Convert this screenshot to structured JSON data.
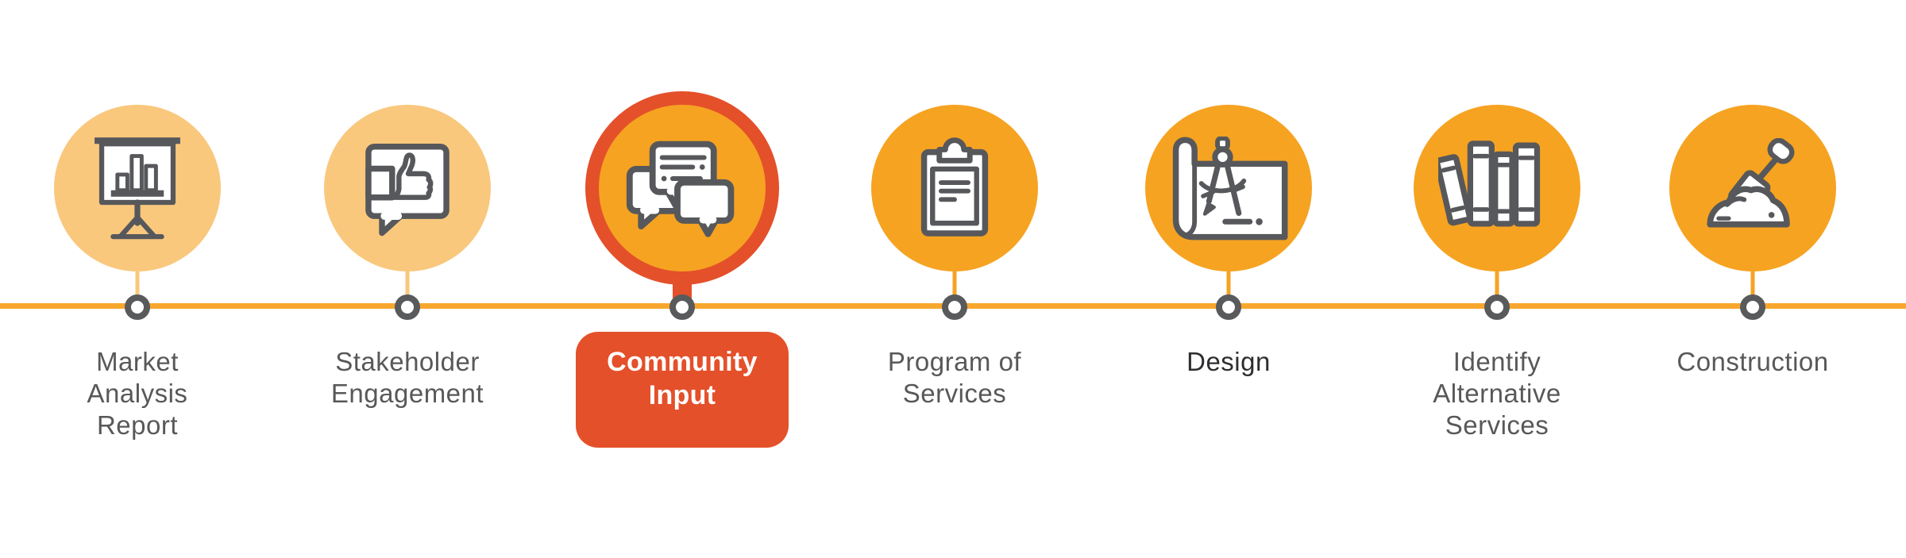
{
  "diagram": {
    "kind": "process-timeline",
    "node_count": 7,
    "highlighted_step": "Community Input"
  },
  "colors": {
    "bg": "#FFFFFF",
    "line_orange": "#F8A72E",
    "circle_orange": "#F6A322",
    "circle_light": "#F9C87D",
    "accent_red": "#E4502A",
    "node_gray": "#595A5C",
    "icon_gray": "#57585B",
    "label_gray": "#58585A",
    "label_dark": "#2D2E30",
    "badge_text": "#FFFFFF"
  },
  "steps": [
    {
      "label": "Market\nAnalysis\nReport",
      "icon": "presentation-bar-chart-icon",
      "circle_style": "light-orange",
      "highlighted": false
    },
    {
      "label": "Stakeholder\nEngagement",
      "icon": "thumbs-up-speech-bubble-icon",
      "circle_style": "light-orange",
      "highlighted": false
    },
    {
      "label": "Community\nInput",
      "icon": "chat-speech-bubbles-icon",
      "circle_style": "orange-with-red-ring",
      "highlighted": true
    },
    {
      "label": "Program of\nServices",
      "icon": "clipboard-document-icon",
      "circle_style": "orange",
      "highlighted": false
    },
    {
      "label": "Design",
      "icon": "drafting-compass-blueprint-icon",
      "circle_style": "orange",
      "highlighted": false,
      "label_style": "dark"
    },
    {
      "label": "Identify\nAlternative\nServices",
      "icon": "books-icon",
      "circle_style": "orange",
      "highlighted": false
    },
    {
      "label": "Construction",
      "icon": "shovel-in-dirt-icon",
      "circle_style": "orange",
      "highlighted": false
    }
  ]
}
